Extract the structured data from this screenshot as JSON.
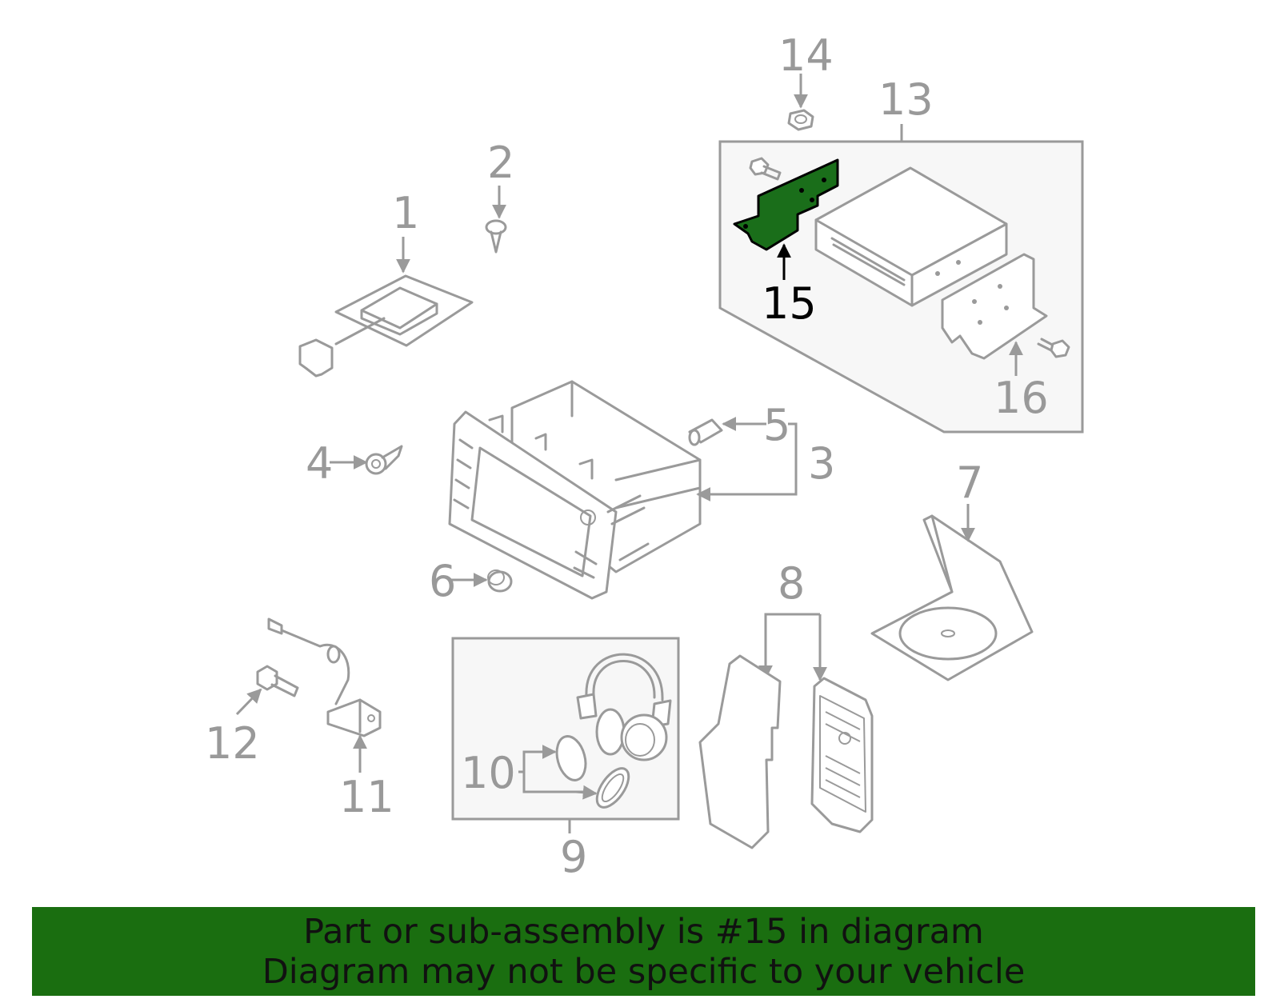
{
  "callouts": {
    "c1": "1",
    "c2": "2",
    "c3": "3",
    "c4": "4",
    "c5": "5",
    "c6": "6",
    "c7": "7",
    "c8": "8",
    "c9": "9",
    "c10": "10",
    "c11": "11",
    "c12": "12",
    "c13": "13",
    "c14": "14",
    "c15": "15",
    "c16": "16"
  },
  "highlight": {
    "part_number": "15",
    "color": "#1a6e1a"
  },
  "banner": {
    "line1": "Part or sub-assembly is #15 in diagram",
    "line2": "Diagram may not be specific to your vehicle",
    "background": "#1a6e10"
  }
}
